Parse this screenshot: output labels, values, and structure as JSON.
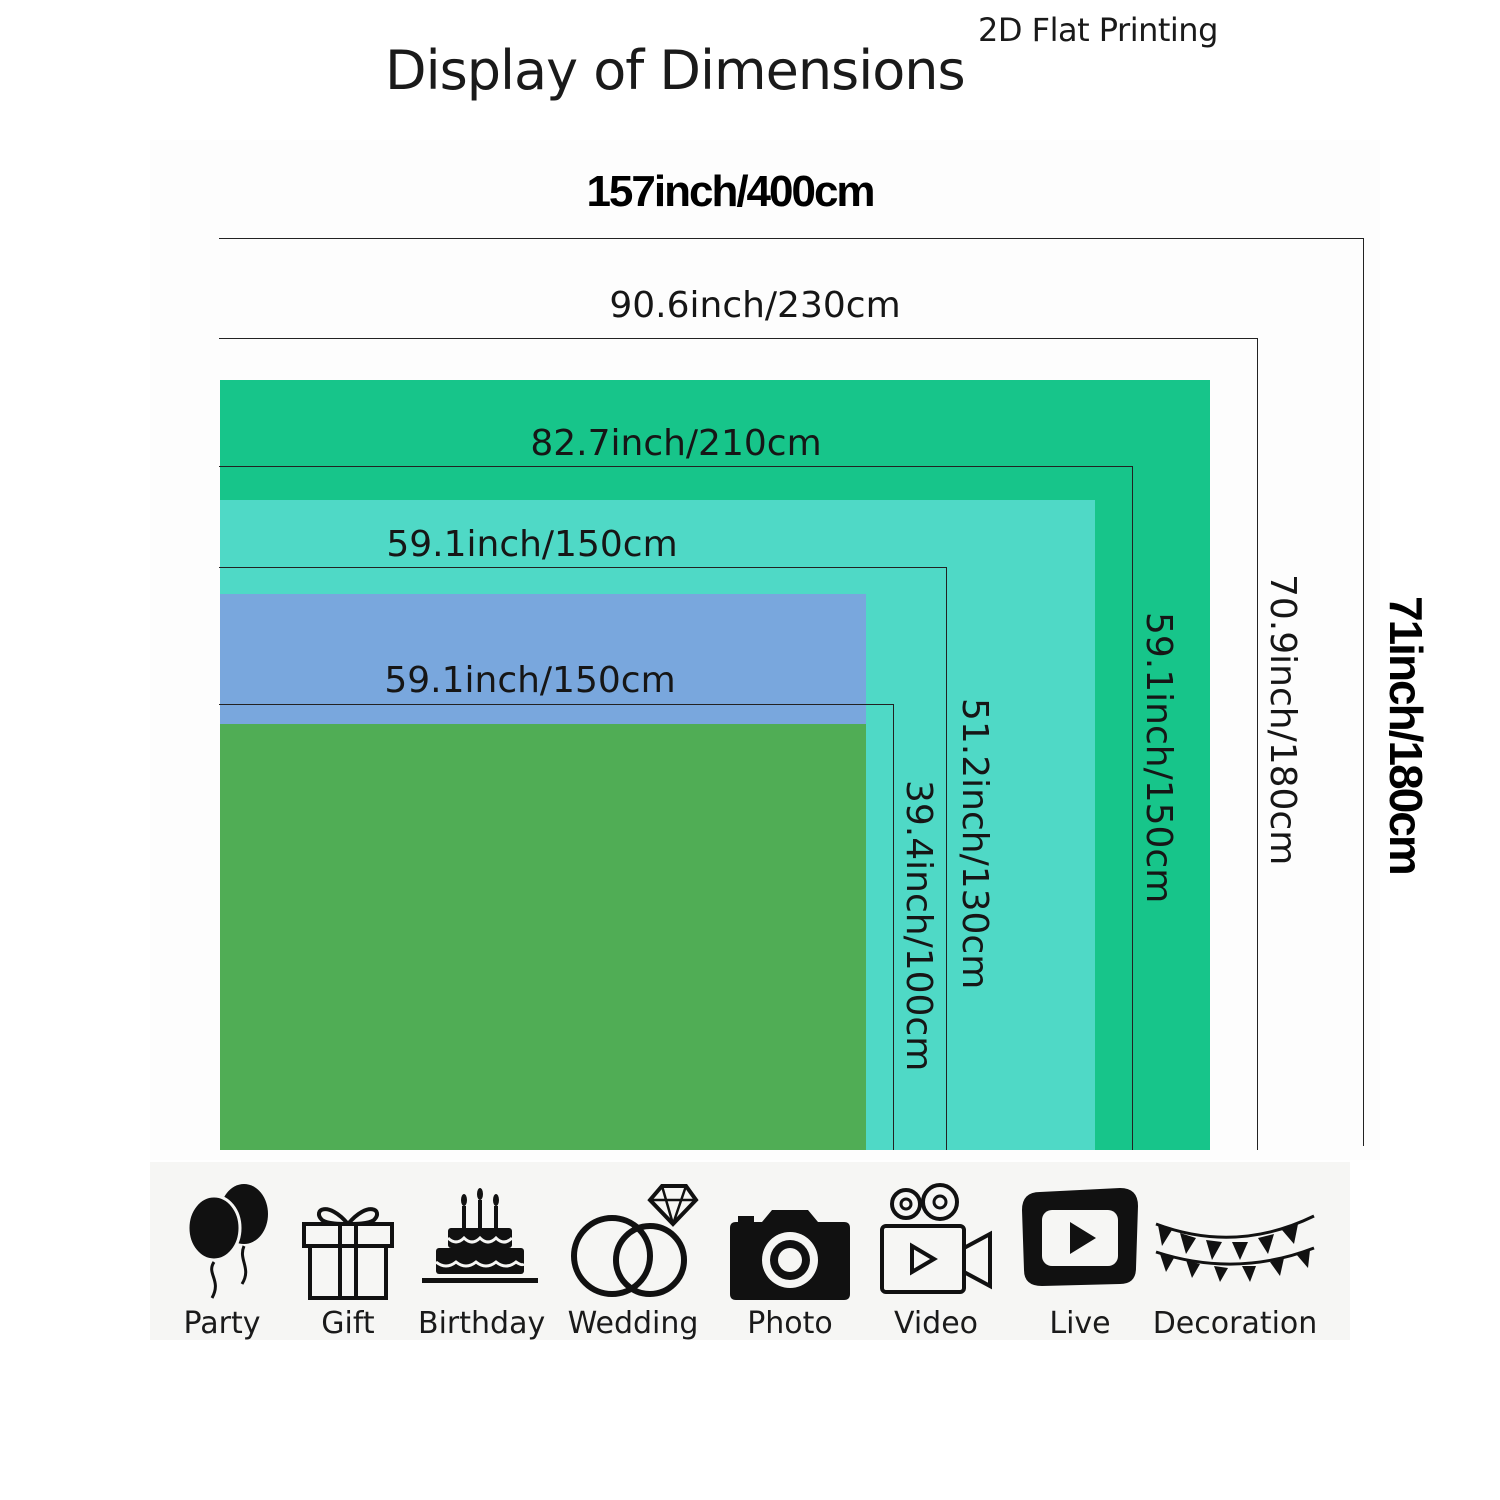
{
  "header": {
    "title": "Display of Dimensions",
    "subtitle": "2D Flat Printing"
  },
  "dimensions": {
    "overall_width": "157inch/400cm",
    "overall_height": "71inch/180cm",
    "sizes": [
      {
        "width": "90.6inch/230cm",
        "height": "70.9inch/180cm"
      },
      {
        "width": "82.7inch/210cm",
        "height": "59.1inch/150cm",
        "color": "#17c58a"
      },
      {
        "width": "59.1inch/150cm",
        "height": "51.2inch/130cm",
        "color": "#4fd9c6"
      },
      {
        "width": "59.1inch/150cm",
        "height": "39.4inch/100cm",
        "color": "#79a7dd"
      }
    ],
    "backdrop_color": "#50ad55"
  },
  "uses": [
    {
      "label": "Party",
      "icon": "balloons-icon"
    },
    {
      "label": "Gift",
      "icon": "gift-box-icon"
    },
    {
      "label": "Birthday",
      "icon": "birthday-cake-icon"
    },
    {
      "label": "Wedding",
      "icon": "wedding-rings-icon"
    },
    {
      "label": "Photo",
      "icon": "camera-icon"
    },
    {
      "label": "Video",
      "icon": "video-camera-icon"
    },
    {
      "label": "Live",
      "icon": "play-button-icon"
    },
    {
      "label": "Decoration",
      "icon": "bunting-flags-icon"
    }
  ]
}
